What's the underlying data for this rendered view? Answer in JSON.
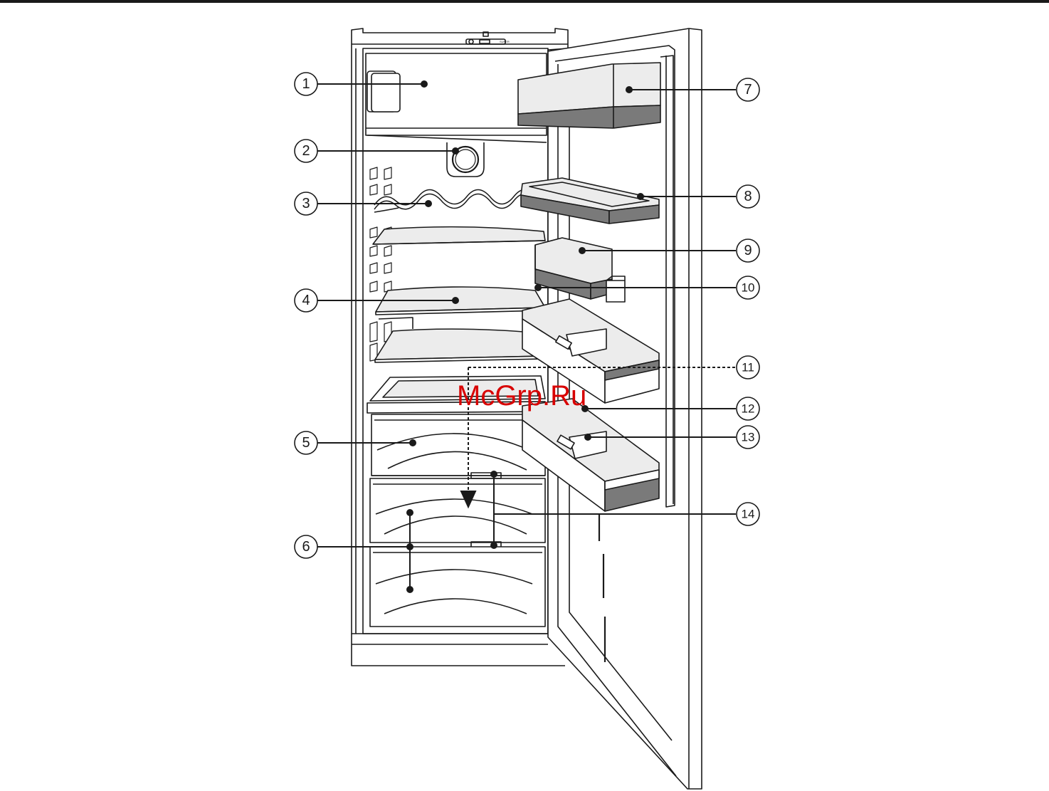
{
  "diagram": {
    "callouts": [
      {
        "id": 1,
        "label": "1"
      },
      {
        "id": 2,
        "label": "2"
      },
      {
        "id": 3,
        "label": "3"
      },
      {
        "id": 4,
        "label": "4"
      },
      {
        "id": 5,
        "label": "5"
      },
      {
        "id": 6,
        "label": "6"
      },
      {
        "id": 7,
        "label": "7"
      },
      {
        "id": 8,
        "label": "8"
      },
      {
        "id": 9,
        "label": "9"
      },
      {
        "id": 10,
        "label": "10"
      },
      {
        "id": 11,
        "label": "11"
      },
      {
        "id": 12,
        "label": "12"
      },
      {
        "id": 13,
        "label": "13"
      },
      {
        "id": 14,
        "label": "14"
      }
    ],
    "control_panel_text": "SUPER"
  },
  "watermark": {
    "text": "McGrp.Ru",
    "color": "#d80000"
  },
  "colors": {
    "line": "#1a1a1a",
    "shelf_fill": "#ececec",
    "dark_fill": "#7a7a7a",
    "bg": "#ffffff"
  }
}
